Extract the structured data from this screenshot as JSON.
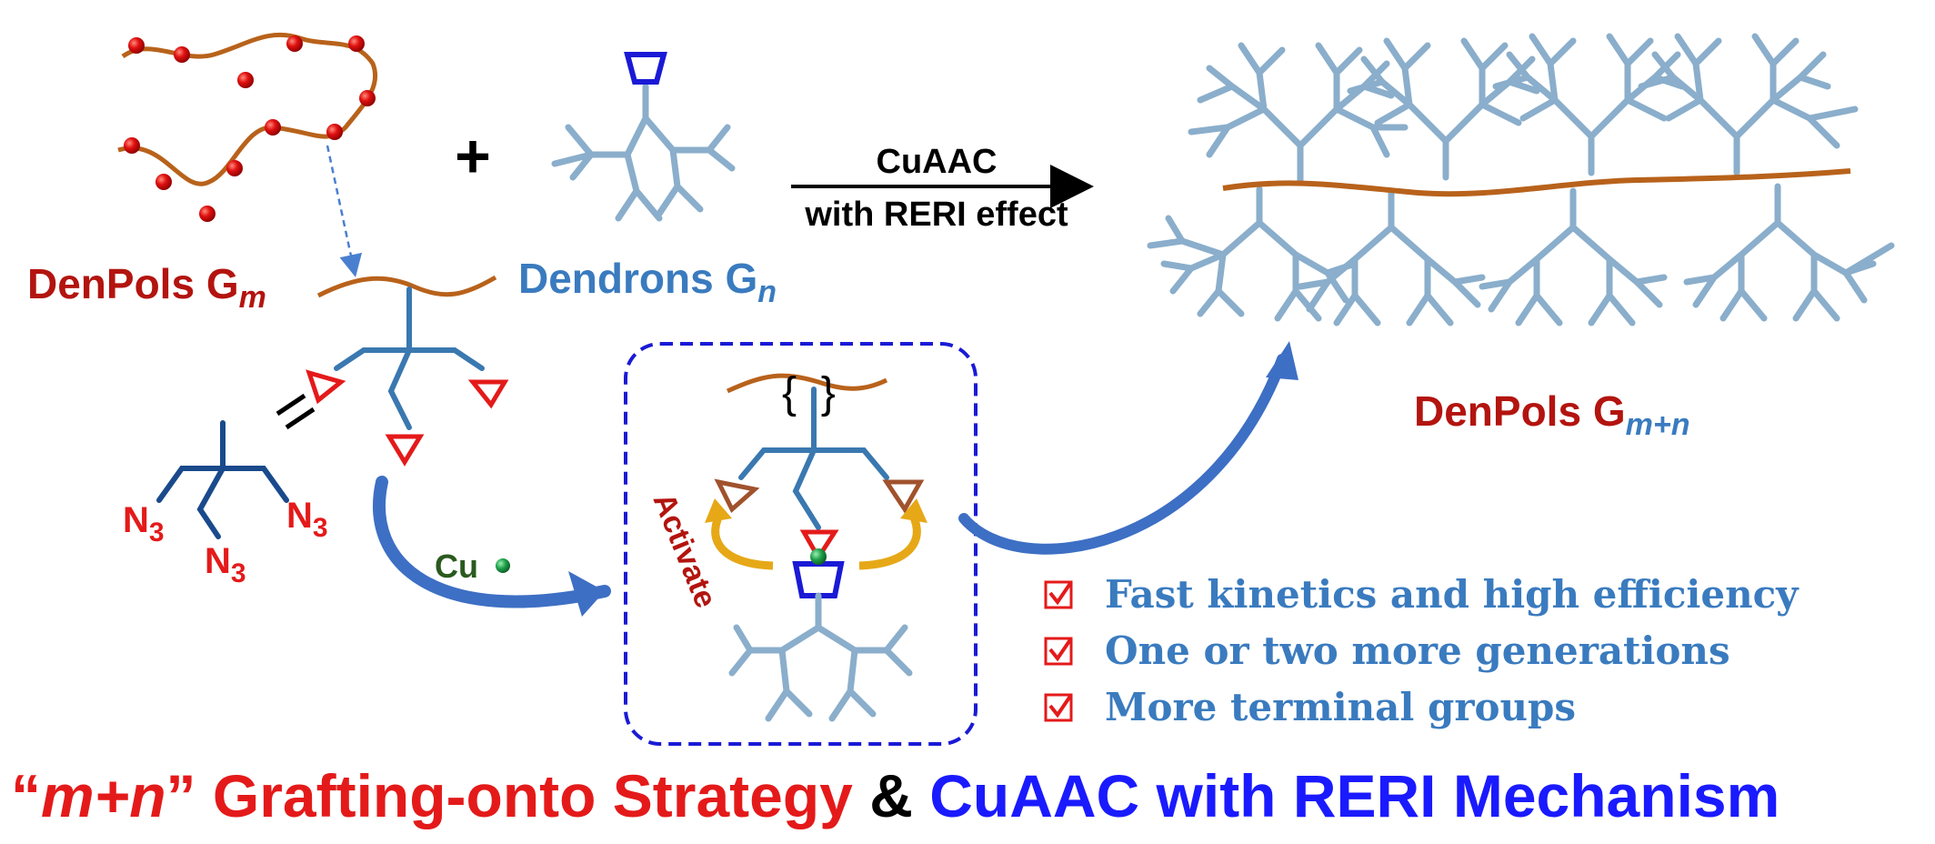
{
  "labels": {
    "denpols_gm": {
      "main": "DenPols G",
      "sub": "m"
    },
    "dendrons_gn": {
      "main": "Dendrons G",
      "sub": "n"
    },
    "denpols_gmn": {
      "main": "DenPols G",
      "sub": "m+n"
    },
    "plus": "+",
    "arrow_top": "CuAAC",
    "arrow_bottom": "with RERI effect",
    "cu": "Cu",
    "activate": "Activate",
    "azide": "N",
    "azide_sub": "3"
  },
  "bullets": [
    "Fast kinetics and high efficiency",
    "One or two more generations",
    "More terminal groups"
  ],
  "title": {
    "open_quote": "“",
    "mn": "m+n",
    "close_quote": "”",
    "grafting": " Grafting-onto Strategy ",
    "amp": "& ",
    "mechanism": "CuAAC with RERI Mechanism"
  },
  "colors": {
    "red": "#e41a1a",
    "dark_red": "#b3140f",
    "blue_text": "#3a7bbf",
    "title_blue": "#1a1aff",
    "chain": "#b8621b",
    "dendron": "#8aaecb",
    "dendron_dark": "#5b7e9c",
    "box": "#1a1ad6",
    "curved_arrow": "#3d6fc4",
    "gold": "#e6a817",
    "cu_green": "#1ea04a"
  }
}
